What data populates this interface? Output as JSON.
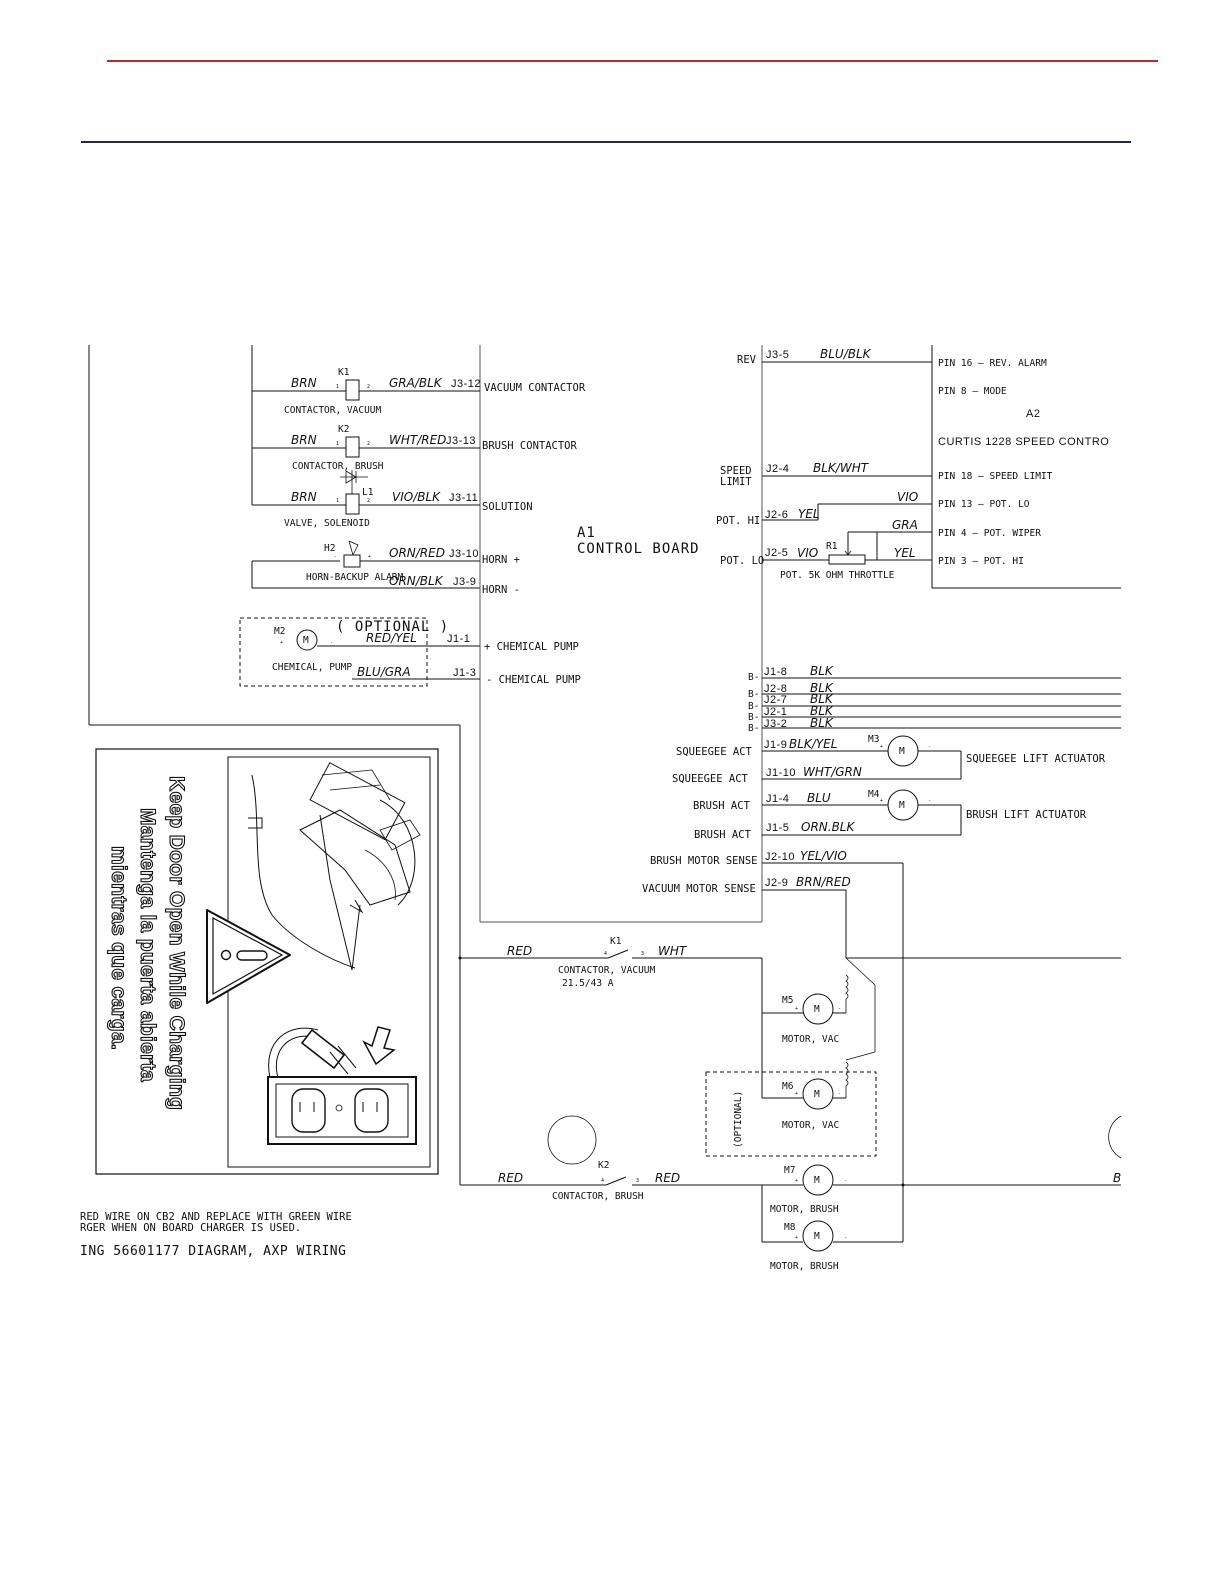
{
  "colors": {
    "top_rule": "#c1272d",
    "header_rule": "#1f2a4a"
  },
  "left": {
    "k1_ref": "K1",
    "k1_wire_in": "BRN",
    "k1_pin1": "1",
    "k1_pin2": "2",
    "k1_wire_out": "GRA/BLK",
    "k1_conn": "J3-12",
    "k1_board": "VACUUM CONTACTOR",
    "k1_name": "CONTACTOR, VACUUM",
    "k2_ref": "K2",
    "k2_wire_in": "BRN",
    "k2_pin1": "1",
    "k2_pin2": "2",
    "k2_wire_out": "WHT/RED",
    "k2_conn": "J3-13",
    "k2_board": "BRUSH CONTACTOR",
    "k2_name": "CONTACTOR, BRUSH",
    "l1_ref": "L1",
    "l1_wire_in": "BRN",
    "l1_pin1": "1",
    "l1_pin2": "2",
    "l1_wire_out": "VIO/BLK",
    "l1_conn": "J3-11",
    "l1_board": "SOLUTION",
    "l1_name": "VALVE, SOLENOID",
    "h2_ref": "H2",
    "h2_minus": "-",
    "h2_plus": "+",
    "h2_wire1": "ORN/RED",
    "h2_conn1": "J3-10",
    "h2_board1": "HORN +",
    "h2_name": "HORN-BACKUP ALARM",
    "h2_wire2": "ORN/BLK",
    "h2_conn2": "J3-9",
    "h2_board2": "HORN   -",
    "optional": "( OPTIONAL )",
    "m2_ref": "M2",
    "m2_letter": "M",
    "m2_plus": "+",
    "m2_minus": "-",
    "m2_name": "CHEMICAL, PUMP",
    "m2_wire1": "RED/YEL",
    "m2_conn1": "J1-1",
    "m2_board1": "+ CHEMICAL PUMP",
    "m2_wire2": "BLU/GRA",
    "m2_conn2": "J1-3",
    "m2_board2": "-   CHEMICAL PUMP"
  },
  "board": {
    "ref": "A1",
    "name": "CONTROL BOARD"
  },
  "right": {
    "rev_label": "REV",
    "rev_conn": "J3-5",
    "rev_wire": "BLU/BLK",
    "pin16": "PIN 16 – REV. ALARM",
    "pin8": "PIN 8 – MODE",
    "a2_ref": "A2",
    "a2_name": "CURTIS 1228 SPEED CONTRO",
    "speed_label1": "SPEED",
    "speed_label2": "LIMIT",
    "speed_conn": "J2-4",
    "speed_wire": "BLK/WHT",
    "pin18": "PIN 18 – SPEED LIMIT",
    "vio_wire": "VIO",
    "pin13": "PIN 13 – POT. LO",
    "pothi_label": "POT. HI",
    "pothi_conn": "J2-6",
    "pothi_wire": "YEL",
    "gra_wire": "GRA",
    "pin4": "PIN 4 – POT. WIPER",
    "r1_ref": "R1",
    "potlo_label": "POT. LO",
    "potlo_conn": "J2-5",
    "potlo_wire": "VIO",
    "yel_wire": "YEL",
    "pin3": "PIN 3 – POT. HI",
    "throttle": "POT. 5K OHM THROTTLE",
    "b_label": "B-",
    "b_conns": [
      "J1-8",
      "J2-8",
      "J2-7",
      "J2-1",
      "J3-2"
    ],
    "b_wire": "BLK",
    "sq1_label": "SQUEEGEE ACT",
    "sq1_conn": "J1-9",
    "sq1_wire": "BLK/YEL",
    "m3_ref": "M3",
    "m3_letter": "M",
    "m3_plus": "+",
    "m3_minus": "-",
    "sq_name": "SQUEEGEE LIFT ACTUATOR",
    "sq2_label": "SQUEEGEE ACT",
    "sq2_conn": "J1-10",
    "sq2_wire": "WHT/GRN",
    "br1_label": "BRUSH ACT",
    "br1_conn": "J1-4",
    "br1_wire": "BLU",
    "m4_ref": "M4",
    "m4_letter": "M",
    "m4_plus": "+",
    "m4_minus": "-",
    "br_name": "BRUSH LIFT ACTUATOR",
    "br2_label": "BRUSH ACT",
    "br2_conn": "J1-5",
    "br2_wire": "ORN.BLK",
    "bms_label": "BRUSH MOTOR SENSE",
    "bms_conn": "J2-10",
    "bms_wire": "YEL/VIO",
    "vms_label": "VACUUM MOTOR SENSE",
    "vms_conn": "J2-9",
    "vms_wire": "BRN/RED"
  },
  "lower": {
    "red1": "RED",
    "k1_ref": "K1",
    "k1_p4": "4",
    "k1_p3": "3",
    "wht": "WHT",
    "k1_name": "CONTACTOR, VACUUM",
    "k1_rating": "21.5/43 A",
    "m5_ref": "M5",
    "m5_letter": "M",
    "m5_plus": "+",
    "m5_minus": "-",
    "m5_name": "MOTOR, VAC",
    "m6_ref": "M6",
    "m6_letter": "M",
    "m6_plus": "+",
    "m6_minus": "-",
    "m6_name": "MOTOR, VAC",
    "optional": "(OPTIONAL)",
    "red2": "RED",
    "k2_ref": "K2",
    "k2_p4": "4",
    "k2_p3": "3",
    "red3": "RED",
    "k2_name": "CONTACTOR, BRUSH",
    "m7_ref": "M7",
    "m7_letter": "M",
    "m7_plus": "+",
    "m7_minus": "-",
    "m7_name": "MOTOR, BRUSH",
    "m8_ref": "M8",
    "m8_letter": "M",
    "m8_plus": "+",
    "m8_minus": "-",
    "m8_name": "MOTOR, BRUSH",
    "edge_b": "B"
  },
  "warning": {
    "line1": "Keep Door Open While Charging",
    "line2": "Mantenga la puerta abierta",
    "line3": "mientras que carga."
  },
  "notes": {
    "note1": "RED WIRE ON CB2 AND REPLACE WITH GREEN WIRE",
    "note2": "RGER WHEN ON BOARD CHARGER IS USED.",
    "drawing": "ING 56601177 DIAGRAM, AXP WIRING"
  }
}
